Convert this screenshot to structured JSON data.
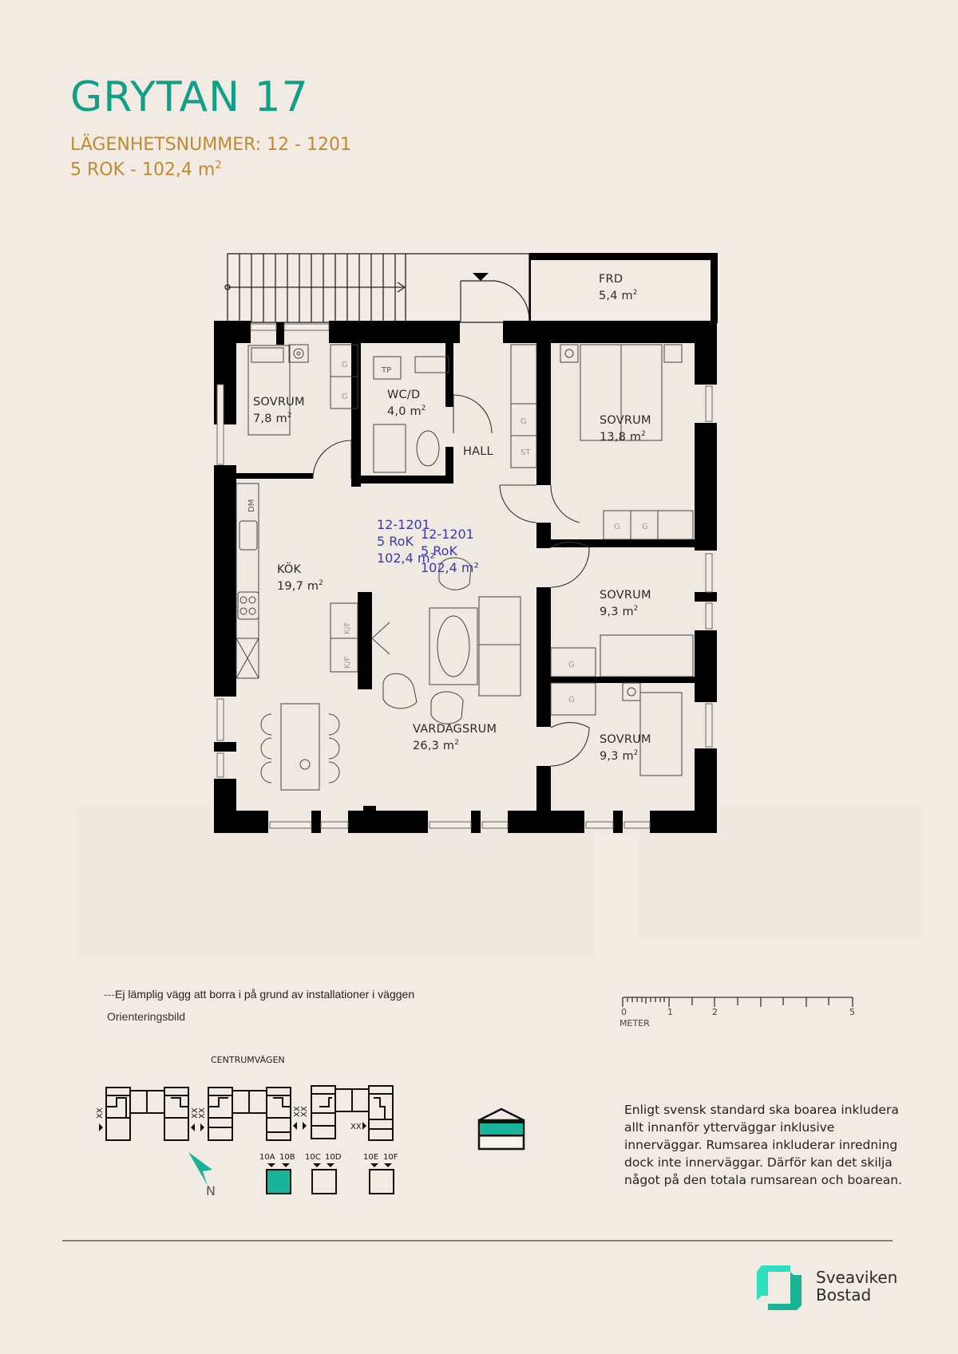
{
  "header": {
    "title": "GRYTAN 17",
    "apartment_number": "LÄGENHETSNUMMER: 12 - 1201",
    "size_prefix": "5 ROK - 102,4 m",
    "size_sup": "2"
  },
  "colors": {
    "background": "#f2ebe4",
    "title": "#139e86",
    "subtitle": "#c08a2f",
    "walls": "#000000",
    "overlay_text": "#3b3aa8",
    "accent_teal": "#19b39a",
    "warning_red": "#e0342b"
  },
  "rooms": [
    {
      "name": "FRD",
      "area": "5,4 m",
      "sup": "2"
    },
    {
      "name": "SOVRUM",
      "area": "7,8 m",
      "sup": "2"
    },
    {
      "name": "WC/D",
      "area": "4,0 m",
      "sup": "2"
    },
    {
      "name": "HALL",
      "area": "",
      "sup": ""
    },
    {
      "name": "SOVRUM",
      "area": "13,8 m",
      "sup": "2"
    },
    {
      "name": "KÖK",
      "area": "19,7 m",
      "sup": "2"
    },
    {
      "name": "SOVRUM",
      "area": "9,3 m",
      "sup": "2"
    },
    {
      "name": "VARDAGSRUM",
      "area": "26,3 m",
      "sup": "2"
    },
    {
      "name": "SOVRUM",
      "area": "9,3 m",
      "sup": "2"
    }
  ],
  "fixture_labels": {
    "tp": "TP",
    "dm": "DM",
    "kf": "K/F",
    "g": "G",
    "st": "ST"
  },
  "overlay": [
    {
      "line1": "12-1201",
      "line2": "5 RoK",
      "line3": "102,4 m²"
    },
    {
      "line1": "12-1201",
      "line2": "5 RoK",
      "line3": "102,4 m²"
    }
  ],
  "legend": {
    "dashes": "---",
    "text": "Ej lämplig vägg att borra i på grund av installationer i väggen",
    "orientation_label": "Orienteringsbild"
  },
  "scale_bar": {
    "ticks": [
      "0",
      "1",
      "2",
      "5"
    ],
    "unit": "METER"
  },
  "site_plan": {
    "street": "CENTRUMVÄGEN",
    "markers": [
      "XX",
      "XX",
      "XX",
      "XX",
      "XX",
      "XX"
    ],
    "entrances": [
      "10A",
      "10B",
      "10C",
      "10D",
      "10E",
      "10F"
    ],
    "selected_entrance_group": "10A 10B",
    "north_label": "N"
  },
  "note": {
    "text": "Enligt svensk standard ska boarea inkludera allt innanför ytterväggar inklusive innerväggar. Rumsarea inkluderar inredning dock inte innerväggar. Därför kan det skilja något på den totala rumsarean och boarean."
  },
  "logo": {
    "line1": "Sveaviken",
    "line2": "Bostad"
  }
}
